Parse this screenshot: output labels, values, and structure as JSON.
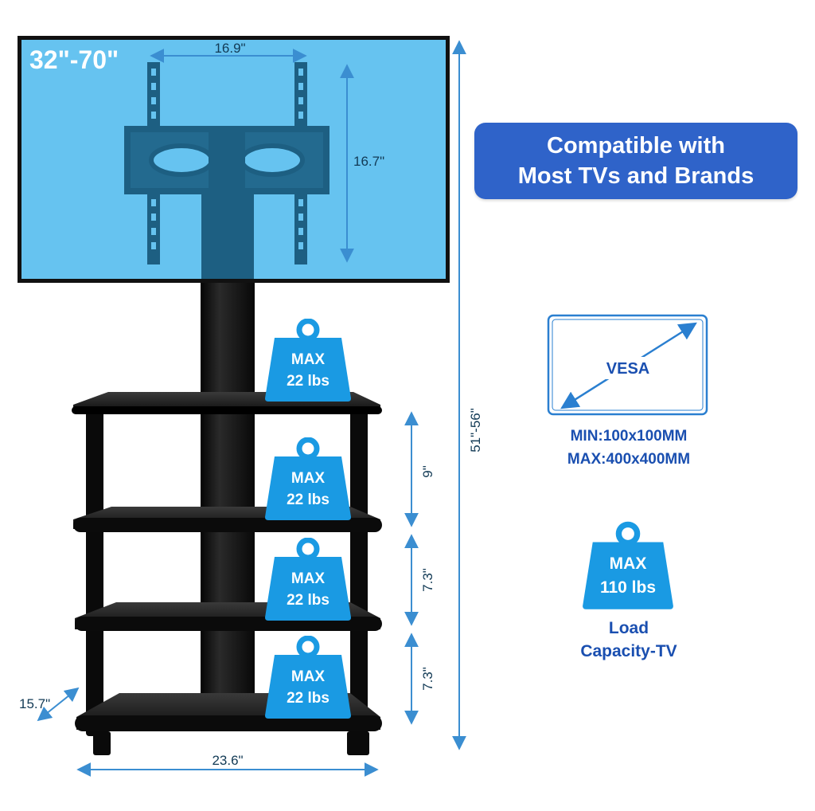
{
  "tv": {
    "size_range": "32\"-70\"",
    "mount_width": "16.9\"",
    "mount_height": "16.7\""
  },
  "stand": {
    "total_height": "51\"-56\"",
    "width": "23.6\"",
    "depth": "15.7\"",
    "shelf_gaps": [
      "9\"",
      "7.3\"",
      "7.3\""
    ]
  },
  "shelf_weights": [
    {
      "line1": "MAX",
      "line2": "22 lbs"
    },
    {
      "line1": "MAX",
      "line2": "22 lbs"
    },
    {
      "line1": "MAX",
      "line2": "22 lbs"
    },
    {
      "line1": "MAX",
      "line2": "22 lbs"
    }
  ],
  "compat_banner": {
    "line1": "Compatible with",
    "line2": "Most TVs and Brands"
  },
  "vesa": {
    "label": "VESA",
    "min": "MIN:100x100MM",
    "max": "MAX:400x400MM"
  },
  "load": {
    "line1": "MAX",
    "line2": "110 lbs",
    "caption_line1": "Load",
    "caption_line2": "Capacity-TV"
  },
  "colors": {
    "screen": "#66c3f0",
    "weight_badge": "#1a9ae3",
    "banner": "#2f63c9",
    "accent_text": "#1a4fb0",
    "dimension_lines": "#3b8ed1"
  }
}
